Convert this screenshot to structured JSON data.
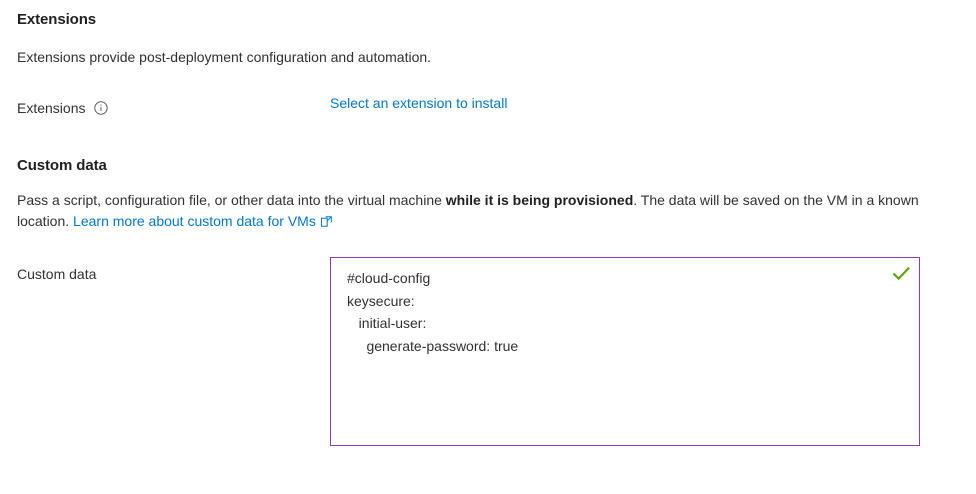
{
  "colors": {
    "link": "#0078d4",
    "heading": "#201f1e",
    "body_text": "#323130",
    "textarea_border": "#8e3eab",
    "valid_check": "#57a300",
    "info_icon": "#605e5c",
    "background": "#ffffff"
  },
  "extensions": {
    "heading": "Extensions",
    "description": "Extensions provide post-deployment configuration and automation.",
    "field_label": "Extensions",
    "info_icon_name": "info-icon",
    "select_link": "Select an extension to install"
  },
  "custom_data": {
    "heading": "Custom data",
    "description_part1": "Pass a script, configuration file, or other data into the virtual machine ",
    "description_bold": "while it is being provisioned",
    "description_part2": ". The data will be saved on the VM in a known location. ",
    "learn_more_link": "Learn more about custom data for VMs",
    "field_label": "Custom data",
    "textarea_value": "#cloud-config\nkeysecure:\n   initial-user:\n     generate-password: true",
    "textarea_placeholder": "",
    "validation_icon_name": "checkmark-icon",
    "external_link_icon_name": "external-link-icon"
  }
}
